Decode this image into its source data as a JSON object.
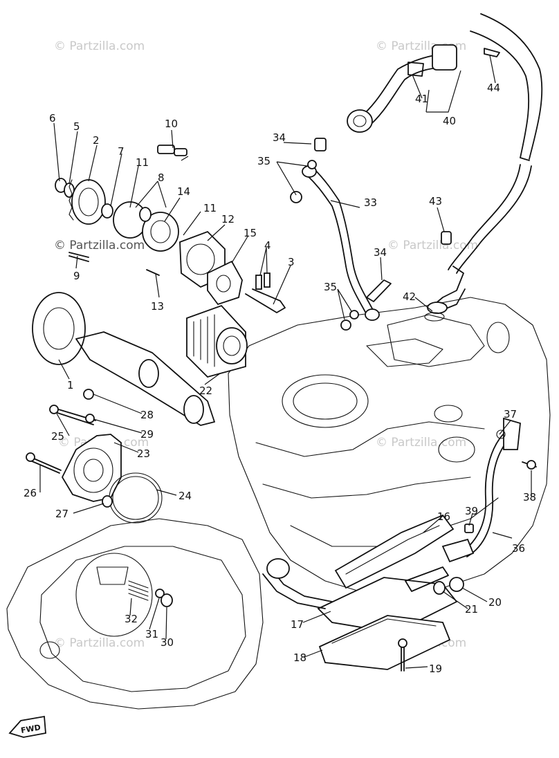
{
  "watermark": {
    "text": "© Partzilla.com"
  },
  "callouts": {
    "c1": "1",
    "c2": "2",
    "c3": "3",
    "c4": "4",
    "c5": "5",
    "c6": "6",
    "c7": "7",
    "c8": "8",
    "c9": "9",
    "c10": "10",
    "c11a": "11",
    "c11b": "11",
    "c12": "12",
    "c13": "13",
    "c14": "14",
    "c15": "15",
    "c16": "16",
    "c17": "17",
    "c18": "18",
    "c19": "19",
    "c20": "20",
    "c21": "21",
    "c22": "22",
    "c23": "23",
    "c24": "24",
    "c25": "25",
    "c26": "26",
    "c27": "27",
    "c28": "28",
    "c29": "29",
    "c30": "30",
    "c31": "31",
    "c32": "32",
    "c33": "33",
    "c34a": "34",
    "c34b": "34",
    "c35a": "35",
    "c35b": "35",
    "c36": "36",
    "c37": "37",
    "c38": "38",
    "c39": "39",
    "c40": "40",
    "c41": "41",
    "c42": "42",
    "c43": "43",
    "c44": "44"
  },
  "fwd_label": "FWD"
}
